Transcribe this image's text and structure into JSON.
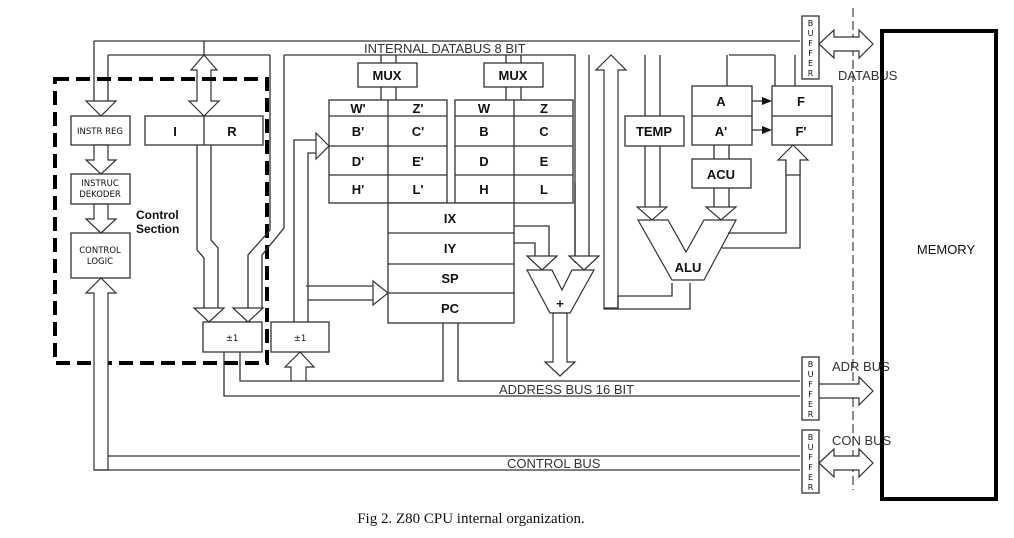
{
  "diagram": {
    "caption": "Fig 2. Z80 CPU internal organization.",
    "buses": {
      "internal_databus": "INTERNAL DATABUS 8 BIT",
      "address_bus": "ADDRESS BUS 16 BIT",
      "control_bus": "CONTROL BUS",
      "databus": "DATABUS",
      "adr_bus": "ADR BUS",
      "con_bus": "CON BUS"
    },
    "control_section": {
      "label_line1": "Control",
      "label_line2": "Section",
      "instr_reg": "INSTR REG",
      "instruc_dekoder_1": "INSTRUC",
      "instruc_dekoder_2": "DEKODER",
      "control_logic_1": "CONTROL",
      "control_logic_2": "LOGIC",
      "i_reg": "I",
      "r_reg": "R"
    },
    "mux_left": "MUX",
    "mux_right": "MUX",
    "alt_registers": [
      [
        "W'",
        "Z'"
      ],
      [
        "B'",
        "C'"
      ],
      [
        "D'",
        "E'"
      ],
      [
        "H'",
        "L'"
      ]
    ],
    "main_registers": [
      [
        "W",
        "Z"
      ],
      [
        "B",
        "C"
      ],
      [
        "D",
        "E"
      ],
      [
        "H",
        "L"
      ]
    ],
    "index_registers": [
      "IX",
      "IY",
      "SP",
      "PC"
    ],
    "incrementers": [
      "±1",
      "±1"
    ],
    "adder": "+",
    "alu": {
      "temp": "TEMP",
      "a": "A",
      "a_alt": "A'",
      "f": "F",
      "f_alt": "F'",
      "acu": "ACU",
      "alu": "ALU"
    },
    "buffer_letters": [
      "B",
      "U",
      "F",
      "F",
      "E",
      "R"
    ],
    "memory": "MEMORY"
  }
}
